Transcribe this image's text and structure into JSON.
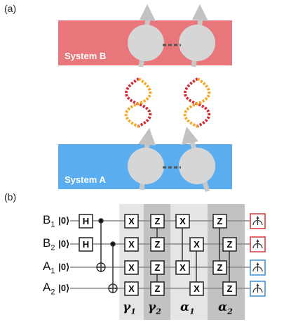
{
  "panels": {
    "a": "(a)",
    "b": "(b)"
  },
  "system_b_label": "System B",
  "system_a_label": "System A",
  "colors": {
    "system_b": "#e8767a",
    "system_a": "#5aaef0",
    "helix_red": "#d12a33",
    "helix_orange": "#f5a623",
    "measure_red": "#d9333b",
    "measure_blue": "#3a8fd6"
  },
  "qubits": [
    {
      "name": "B",
      "index": "1",
      "ket": "|0⟩"
    },
    {
      "name": "B",
      "index": "2",
      "ket": "|0⟩"
    },
    {
      "name": "A",
      "index": "1",
      "ket": "|0⟩"
    },
    {
      "name": "A",
      "index": "2",
      "ket": "|0⟩"
    }
  ],
  "hadamard_label": "H",
  "gate_x": "X",
  "gate_z": "Z",
  "params": [
    {
      "sym": "γ",
      "sub": "1"
    },
    {
      "sym": "γ",
      "sub": "2"
    },
    {
      "sym": "α",
      "sub": "1"
    },
    {
      "sym": "α",
      "sub": "2"
    }
  ]
}
